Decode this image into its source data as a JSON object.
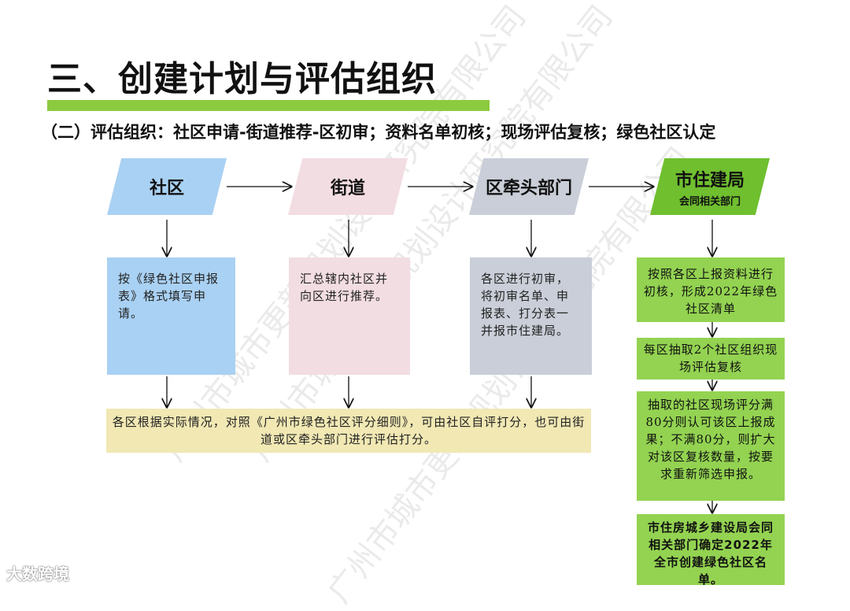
{
  "title": "三、创建计划与评估组织",
  "subtitle": "（二）评估组织：社区申请-街道推荐-区初审；资料名单初核；现场评估复核；绿色社区认定",
  "colors": {
    "green_bar": "#8ccb3f",
    "blue": "#a9d1f3",
    "pink": "#f2dde2",
    "gray": "#c9ced8",
    "green": "#92d050",
    "tan": "#f1e8b4"
  },
  "flow": {
    "stage1": {
      "label": "社区"
    },
    "stage2": {
      "label": "街道"
    },
    "stage3": {
      "label": "区牵头部门"
    },
    "stage4": {
      "label": "市住建局",
      "sublabel": "会同相关部门"
    }
  },
  "boxes": {
    "community": "按《绿色社区申报表》格式填写申请。",
    "street": "汇总辖内社区并向区进行推荐。",
    "district": "各区进行初审，将初审名单、申报表、打分表一并报市住建局。",
    "evaluation": "各区根据实际情况，对照《广州市绿色社区评分细则》，可由社区自评打分，也可由街道或区牵头部门进行评估打分。"
  },
  "green_steps": {
    "step1": "按照各区上报资料进行初核，形成2022年绿色社区清单",
    "step2": "每区抽取2个社区组织现场评估复核",
    "step3": "抽取的社区现场评分满80分则认可该区上报成果；不满80分，则扩大对该区复核数量，按要求重新筛选申报。",
    "step4": "市住房城乡建设局会同相关部门确定2022年全市创建绿色社区名单。"
  },
  "watermark": "广州市城市更新规划设计研究院有限公司",
  "logo": "大数跨境"
}
